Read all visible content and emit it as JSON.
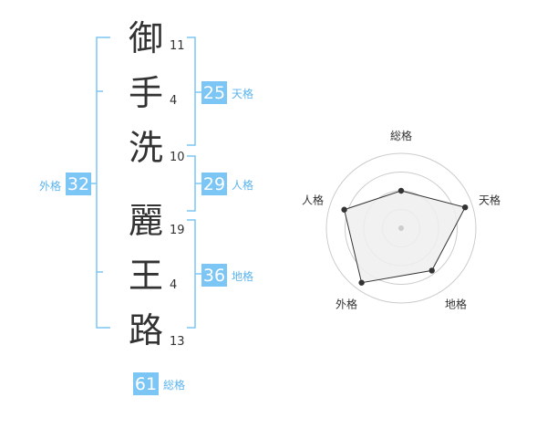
{
  "colors": {
    "accent": "#5bb4ee",
    "badge": "#7cc6f5",
    "text": "#333333",
    "radar_fill": "#eeeeee",
    "radar_rings": "#cccccc"
  },
  "name": {
    "characters": [
      {
        "char": "御",
        "strokes": "11"
      },
      {
        "char": "手",
        "strokes": "4"
      },
      {
        "char": "洗",
        "strokes": "10"
      },
      {
        "char": "麗",
        "strokes": "19"
      },
      {
        "char": "王",
        "strokes": "4"
      },
      {
        "char": "路",
        "strokes": "13"
      }
    ]
  },
  "kakusu": {
    "tenkaku": {
      "value": "25",
      "label": "天格"
    },
    "jinkaku": {
      "value": "29",
      "label": "人格"
    },
    "chikaku": {
      "value": "36",
      "label": "地格"
    },
    "gaikaku": {
      "value": "32",
      "label": "外格"
    },
    "soukaku": {
      "value": "61",
      "label": "総格"
    }
  },
  "chart_data": {
    "type": "radar",
    "axes": [
      "総格",
      "天格",
      "地格",
      "外格",
      "人格"
    ],
    "values": [
      0.5,
      0.9,
      0.7,
      0.9,
      0.8
    ],
    "rings": 4,
    "max": 1
  }
}
